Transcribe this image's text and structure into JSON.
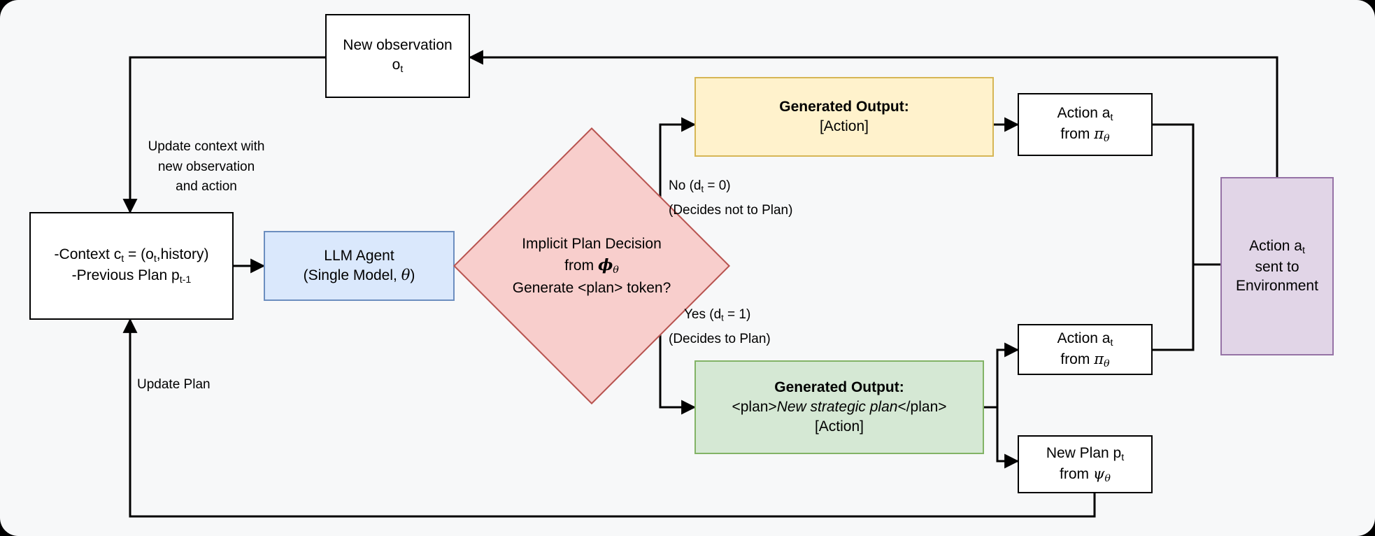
{
  "diagram": {
    "title": "LLM Agent implicit planning decision flow",
    "colors": {
      "background": "#f7f8f9",
      "agent_fill": "#dae8fc",
      "agent_stroke": "#6c8ebf",
      "decision_fill": "#f8cecc",
      "decision_stroke": "#b85450",
      "no_branch_fill": "#fff2cc",
      "no_branch_stroke": "#d6b656",
      "yes_branch_fill": "#d5e8d4",
      "yes_branch_stroke": "#82b366",
      "environment_fill": "#e1d5e7",
      "environment_stroke": "#9673a6",
      "edge": "#000000"
    },
    "nodes": {
      "new_observation": {
        "line1": "New observation",
        "line2": "o",
        "line2_sub": "t"
      },
      "context": {
        "line1_pre": "-Context c",
        "line1_sub": "t",
        "line1_post": " = (o",
        "line1_sub2": "t",
        "line1_end": ",history)",
        "line2_pre": "-Previous Plan p",
        "line2_sub": "t-1"
      },
      "llm_agent": {
        "line1": "LLM Agent",
        "line2_pre": "(Single Model, ",
        "line2_sym": "θ",
        "line2_post": ")"
      },
      "decision": {
        "line1": "Implicit Plan Decision",
        "line2_pre": "from ",
        "line2_sym": "ϕ",
        "line2_sub": "θ",
        "line3": "Generate <plan> token?"
      },
      "generated_output_action": {
        "title": "Generated Output:",
        "body": "[Action]"
      },
      "generated_output_plan": {
        "title": "Generated Output:",
        "body_pre": "<plan>",
        "body_em": "New strategic plan",
        "body_post": "</plan>",
        "body_line2": "[Action]"
      },
      "action_top": {
        "line1_pre": "Action a",
        "line1_sub": "t",
        "line2_pre": "from ",
        "line2_sym": "π",
        "line2_sub": "θ"
      },
      "action_bottom": {
        "line1_pre": "Action a",
        "line1_sub": "t",
        "line2_pre": "from ",
        "line2_sym": "π",
        "line2_sub": "θ"
      },
      "new_plan": {
        "line1_pre": "New Plan p",
        "line1_sub": "t",
        "line2_pre": "from ",
        "line2_sym": "ψ",
        "line2_sub": "θ"
      },
      "environment": {
        "line1_pre": "Action a",
        "line1_sub": "t",
        "line2": "sent to",
        "line3": "Environment"
      }
    },
    "edge_labels": {
      "update_context": {
        "line1": "Update context with",
        "line2": "new observation",
        "line3": "and action"
      },
      "update_plan": "Update Plan",
      "no_branch": {
        "line1_pre": "No (d",
        "line1_sub": "t",
        "line1_post": " = 0)",
        "line2": "(Decides not to Plan)"
      },
      "yes_branch": {
        "line1_pre": "Yes (d",
        "line1_sub": "t",
        "line1_post": " = 1)",
        "line2": "(Decides to Plan)"
      }
    }
  }
}
